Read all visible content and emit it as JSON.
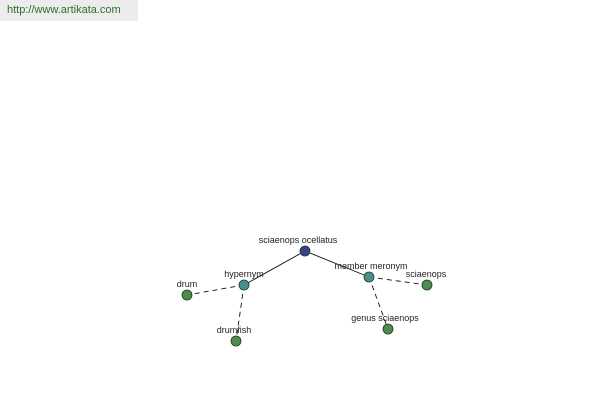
{
  "header": {
    "url": "http://www.artikata.com"
  },
  "graph": {
    "nodes": [
      {
        "id": "root",
        "label": "sciaenops ocellatus",
        "kind": "root"
      },
      {
        "id": "hypernym",
        "label": "hypernym",
        "kind": "relation"
      },
      {
        "id": "member-meronym",
        "label": "member meronym",
        "kind": "relation"
      },
      {
        "id": "drum",
        "label": "drum",
        "kind": "leaf"
      },
      {
        "id": "drumfish",
        "label": "drumfish",
        "kind": "leaf"
      },
      {
        "id": "sciaenops",
        "label": "sciaenops",
        "kind": "leaf"
      },
      {
        "id": "genus-sciaenops",
        "label": "genus sciaenops",
        "kind": "leaf"
      }
    ],
    "edges": [
      {
        "from": "root",
        "to": "hypernym",
        "style": "solid"
      },
      {
        "from": "root",
        "to": "member-meronym",
        "style": "solid"
      },
      {
        "from": "hypernym",
        "to": "drum",
        "style": "dashed"
      },
      {
        "from": "hypernym",
        "to": "drumfish",
        "style": "dashed"
      },
      {
        "from": "member-meronym",
        "to": "sciaenops",
        "style": "dashed"
      },
      {
        "from": "member-meronym",
        "to": "genus-sciaenops",
        "style": "dashed"
      }
    ],
    "colors": {
      "root": "#3b3f8f",
      "relation": "#4a8f8f",
      "leaf": "#4f8a4f",
      "stroke": "#1e3a1e",
      "edge": "#111111"
    }
  }
}
